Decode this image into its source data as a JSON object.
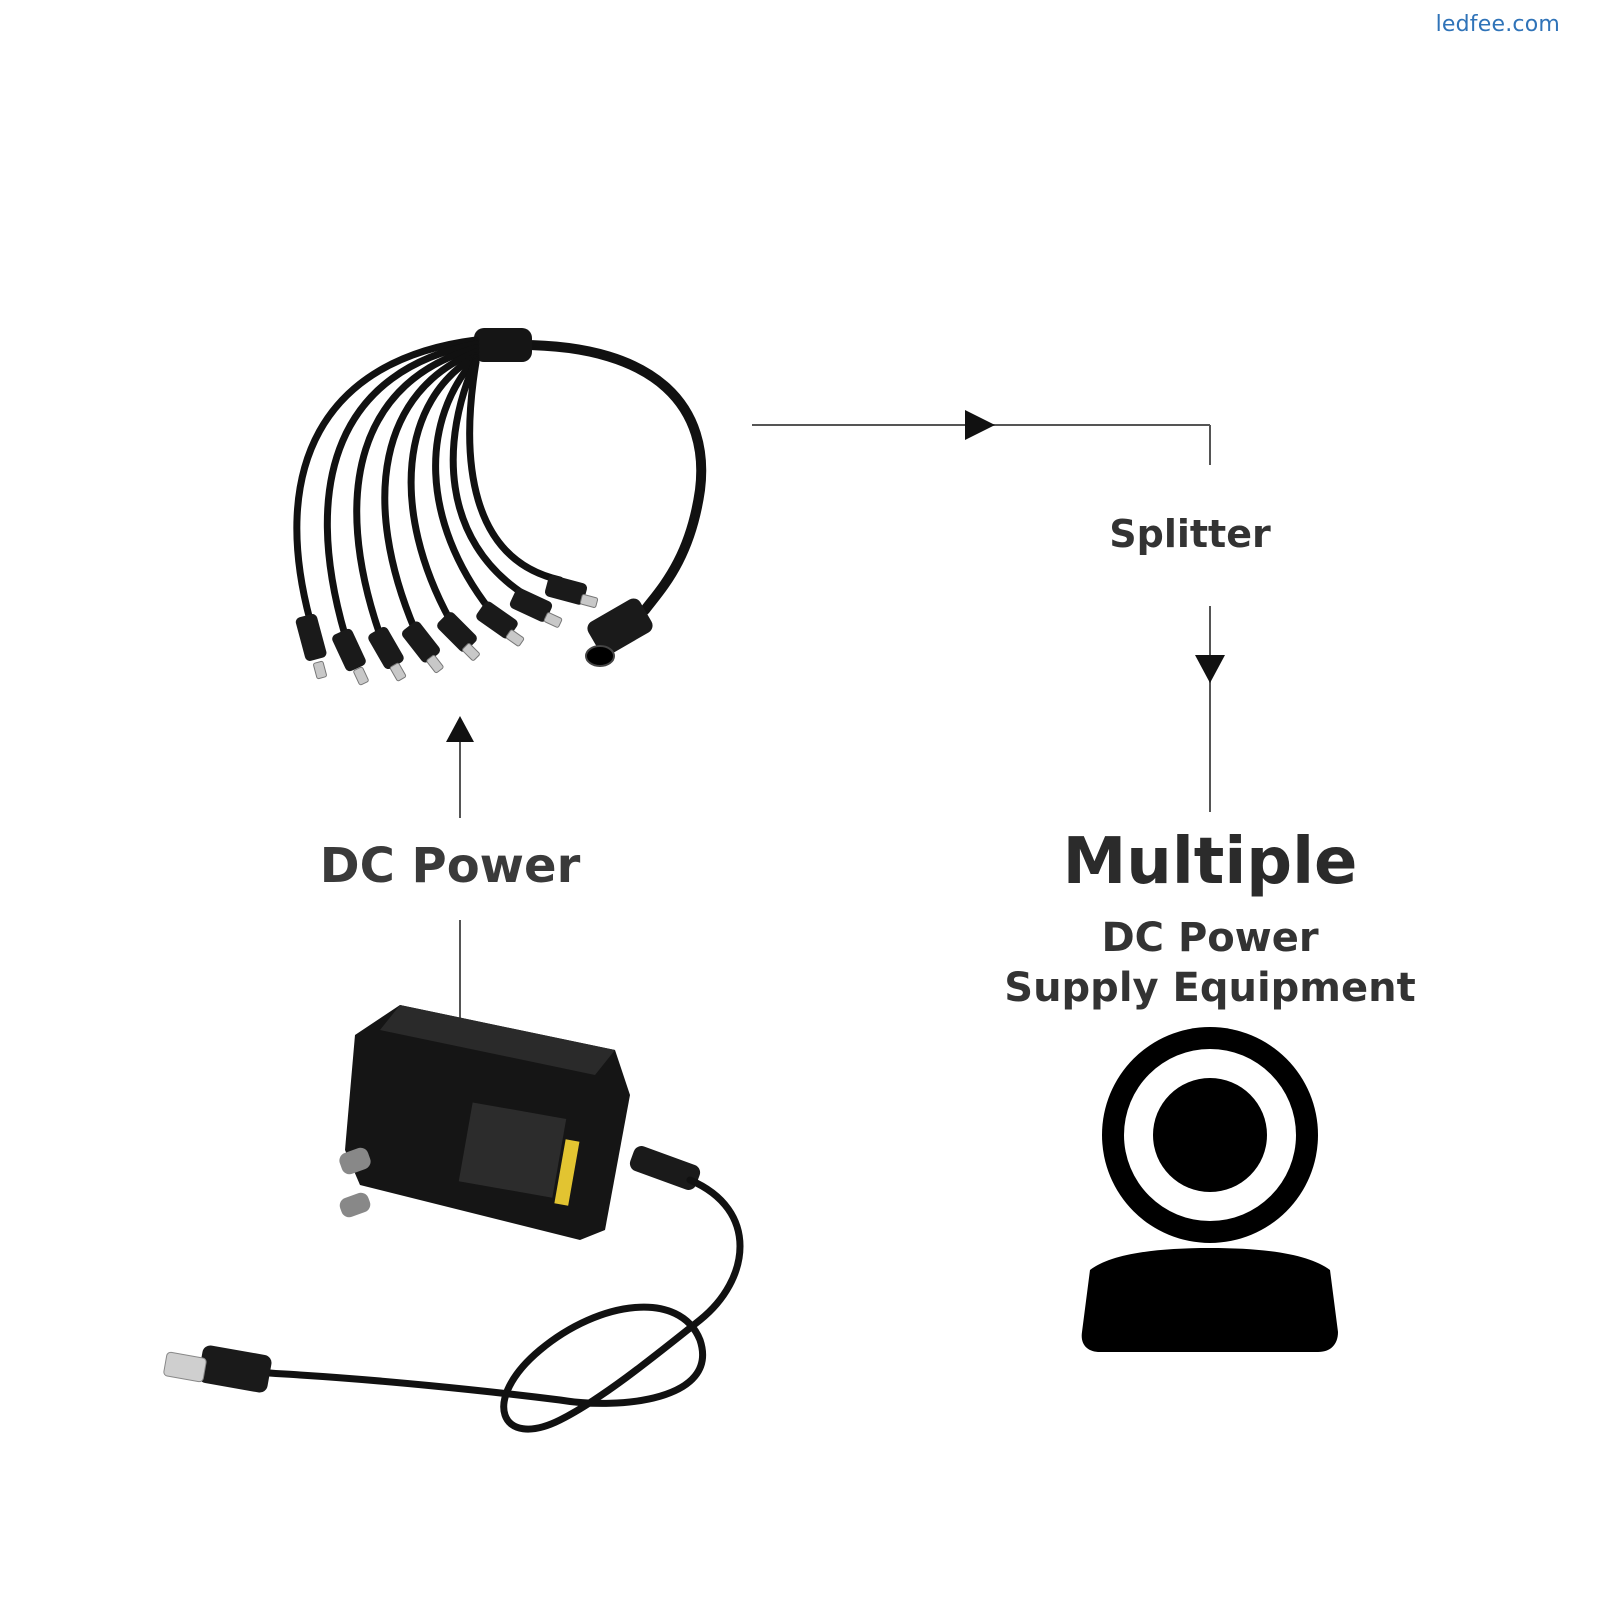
{
  "watermark": "ledfee.com",
  "labels": {
    "dc_power": "DC Power",
    "splitter": "Splitter",
    "multiple": "Multiple",
    "sub_line1": "DC Power",
    "sub_line2": "Supply Equipment"
  },
  "icons": {
    "camera": "webcam-icon",
    "splitter_cable": "splitter-cable-icon",
    "adapter": "power-adapter-icon"
  },
  "colors": {
    "line": "#555555",
    "arrow": "#111111",
    "icon": "#000000",
    "watermark": "#2f73b8"
  }
}
